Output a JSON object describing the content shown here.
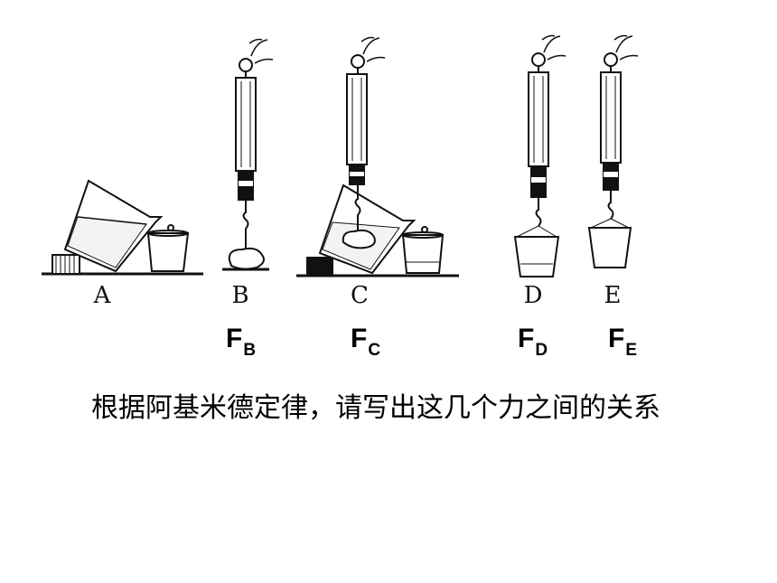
{
  "panels": [
    {
      "label": "A"
    },
    {
      "label": "B",
      "force": {
        "symbol": "F",
        "subscript": "B"
      }
    },
    {
      "label": "C",
      "force": {
        "symbol": "F",
        "subscript": "C"
      }
    },
    {
      "label": "D",
      "force": {
        "symbol": "F",
        "subscript": "D"
      }
    },
    {
      "label": "E",
      "force": {
        "symbol": "F",
        "subscript": "E"
      }
    }
  ],
  "question": "根据阿基米德定律，请写出这几个力之间的关系"
}
